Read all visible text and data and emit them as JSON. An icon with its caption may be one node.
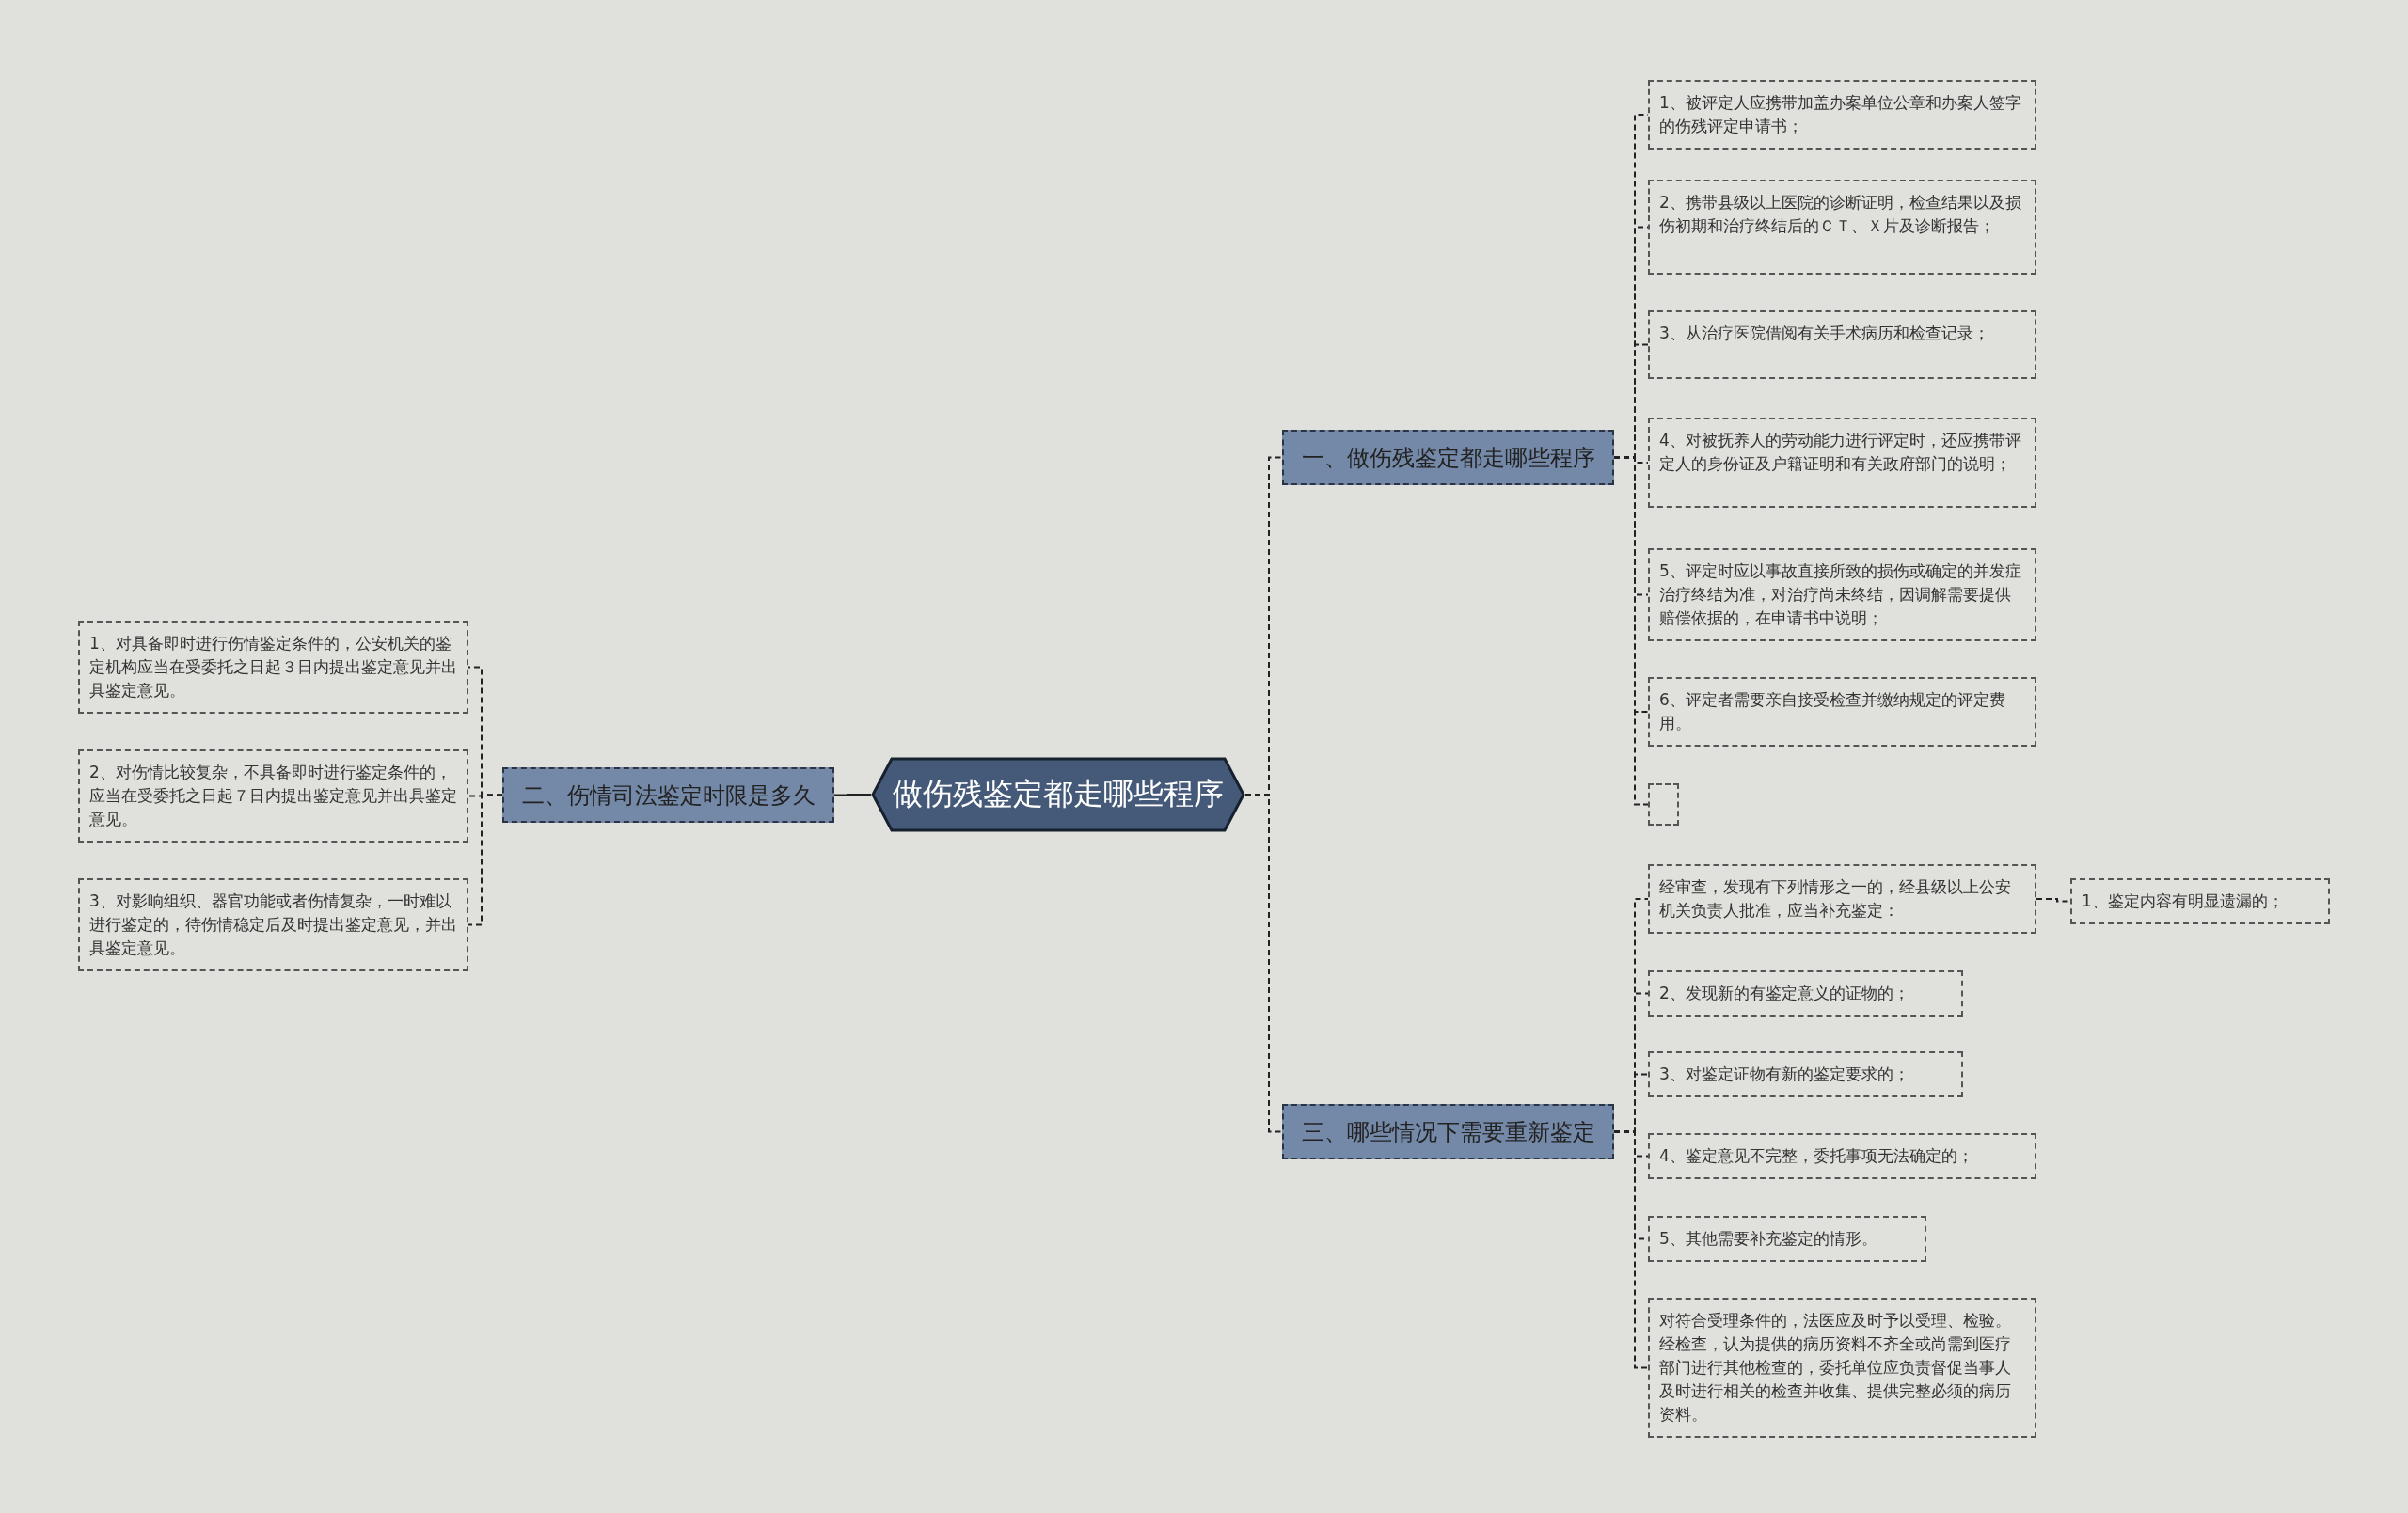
{
  "diagram": {
    "nodes": [
      {
        "text": [
          "做伤残鉴定都走哪些程序"
        ]
      },
      {
        "text": [
          "一、做伤残鉴定都走哪些程序"
        ]
      },
      {
        "text": [
          "1、被评定人应携带加盖办案单位公章和办案人签字的伤残评定申请书；"
        ]
      },
      {
        "text": [
          "2、携带县级以上医院的诊断证明，检查结果以及损伤初期和治疗终结后的ＣＴ、Ｘ片及诊断报告；"
        ]
      },
      {
        "text": [
          "3、从治疗医院借阅有关手术病历和检查记录；"
        ]
      },
      {
        "text": [
          "4、对被抚养人的劳动能力进行评定时，还应携带评定人的身份证及户籍证明和有关政府部门的说明；"
        ]
      },
      {
        "text": [
          "5、评定时应以事故直接所致的损伤或确定的并发症治疗终结为准，对治疗尚未终结，因调解需要提供赔偿依据的，在申请书中说明；"
        ]
      },
      {
        "text": [
          "6、评定者需要亲自接受检查并缴纳规定的评定费用。"
        ]
      },
      {
        "text": [],
        "shape": "box"
      },
      {
        "text": [
          "二、伤情司法鉴定时限是多久"
        ]
      },
      {
        "text": [
          "1、对具备即时进行伤情鉴定条件的，公安机关的鉴定机构应当在受委托之日起３日内提出鉴定意见并出具鉴定意见。"
        ]
      },
      {
        "text": [
          "2、对伤情比较复杂，不具备即时进行鉴定条件的，应当在受委托之日起７日内提出鉴定意见并出具鉴定意见。"
        ]
      },
      {
        "text": [
          "3、对影响组织、器官功能或者伤情复杂，一时难以进行鉴定的，待伤情稳定后及时提出鉴定意见，并出具鉴定意见。"
        ]
      },
      {
        "text": [
          "三、哪些情况下需要重新鉴定"
        ]
      },
      {
        "text": [
          "经审查，发现有下列情形之一的，经县级以上公安机关负责人批准，应当补充鉴定："
        ]
      },
      {
        "text": [
          "1、鉴定内容有明显遗漏的；"
        ]
      },
      {
        "text": [
          "2、发现新的有鉴定意义的证物的；"
        ]
      },
      {
        "text": [
          "3、对鉴定证物有新的鉴定要求的；"
        ]
      },
      {
        "text": [
          "4、鉴定意见不完整，委托事项无法确定的；"
        ]
      },
      {
        "text": [
          "5、其他需要补充鉴定的情形。"
        ]
      },
      {
        "text": [
          "对符合受理条件的，法医应及时予以受理、检验。经检查，认为提供的病历资料不齐全或尚需到医疗部门进行其他检查的，委托单位应负责督促当事人及时进行相关的检查并收集、提供完整必须的病历资料。"
        ]
      }
    ],
    "edges": [
      {
        "from": 0,
        "to": 1,
        "arrow": "none",
        "style": "dashed"
      },
      {
        "from": 0,
        "to": 9,
        "arrow": "none"
      },
      {
        "from": 0,
        "to": 13,
        "arrow": "none",
        "style": "dashed"
      },
      {
        "from": 1,
        "to": 2,
        "arrow": "none",
        "style": "dashed"
      },
      {
        "from": 1,
        "to": 3,
        "arrow": "none",
        "style": "dashed"
      },
      {
        "from": 1,
        "to": 4,
        "arrow": "none",
        "style": "dashed"
      },
      {
        "from": 1,
        "to": 5,
        "arrow": "none",
        "style": "dashed"
      },
      {
        "from": 1,
        "to": 6,
        "arrow": "none",
        "style": "dashed"
      },
      {
        "from": 1,
        "to": 7,
        "arrow": "none",
        "style": "dashed"
      },
      {
        "from": 1,
        "to": 8,
        "arrow": "none",
        "style": "dashed"
      },
      {
        "from": 9,
        "to": 10,
        "arrow": "none",
        "style": "dashed"
      },
      {
        "from": 9,
        "to": 11,
        "arrow": "none",
        "style": "dashed"
      },
      {
        "from": 9,
        "to": 12,
        "arrow": "none",
        "style": "dashed"
      },
      {
        "from": 13,
        "to": 14,
        "arrow": "none",
        "style": "dashed"
      },
      {
        "from": 14,
        "to": 15,
        "arrow": "none",
        "style": "dashed"
      },
      {
        "from": 13,
        "to": 16,
        "arrow": "none",
        "style": "dashed"
      },
      {
        "from": 13,
        "to": 17,
        "arrow": "none",
        "style": "dashed"
      },
      {
        "from": 13,
        "to": 18,
        "arrow": "none",
        "style": "dashed"
      },
      {
        "from": 13,
        "to": 19,
        "arrow": "none",
        "style": "dashed"
      },
      {
        "from": 13,
        "to": 20,
        "arrow": "none",
        "style": "dashed"
      }
    ]
  }
}
